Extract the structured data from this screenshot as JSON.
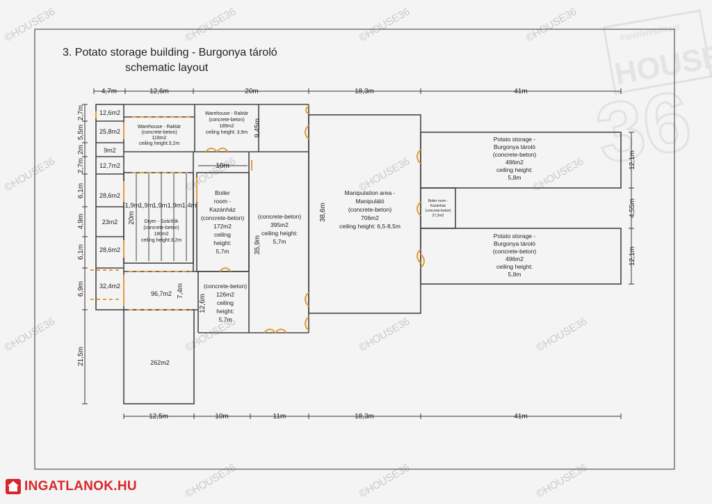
{
  "title": {
    "line1": "3. Potato storage building - Burgonya tároló",
    "line2": "schematic layout"
  },
  "dims_top": [
    "4,7m",
    "12,6m",
    "20m",
    "18,3m",
    "41m"
  ],
  "dims_bottom": [
    "12,5m",
    "10m",
    "11m",
    "18,3m",
    "41m"
  ],
  "dims_left": [
    "2,7m",
    "5,5m",
    "2m",
    "2,7m",
    "6,1m",
    "4,9m",
    "6,1m",
    "6,9m",
    "21,5m"
  ],
  "dims_right": [
    "12,1m",
    "4,55m",
    "12,1m"
  ],
  "rooms": {
    "r12_6": "12,6m2",
    "r25_8": "25,8m2",
    "r9": "9m2",
    "r12_7": "12,7m2",
    "r28_6a": "28,6m2",
    "r23": "23m2",
    "r28_6b": "28,6m2",
    "r32_4": "32,4m2",
    "r96_7": "96,7m2",
    "r262": "262m2",
    "warehouse1": [
      "Warehouse - Raktár",
      "(concrete-beton)",
      "118m2",
      "ceiling height:3,2m"
    ],
    "warehouse2": [
      "Warehouse - Raktár",
      "(concrete-beton)",
      "189m2",
      "ceiling height: 3,9m"
    ],
    "dryer": [
      "Dryer - Szárítók",
      "(concrete-beton)",
      "180m2",
      "ceiling height:3,2m"
    ],
    "boiler": [
      "Boiler",
      "room -",
      "Kazánház",
      "(concrete-beton)",
      "172m2",
      "ceiling",
      "height:",
      "5,7m"
    ],
    "central": [
      "(concrete-beton)",
      "395m2",
      "ceiling height:",
      "5,7m"
    ],
    "south": [
      "(concrete-beton)",
      "126m2",
      "ceiling",
      "height:",
      "5,7m"
    ],
    "manipulation": [
      "Manipulation area -",
      "Manipuláló",
      "(concrete-beton)",
      "706m2",
      "ceiling height: 6,5-8,5m"
    ],
    "storage1": [
      "Potato storage -",
      "Burgonya tároló",
      "(concrete-beton)",
      "496m2",
      "ceiling height:",
      "5,8m"
    ],
    "storage2": [
      "Potato storage -",
      "Burgonya tároló",
      "(concrete-beton)",
      "496m2",
      "ceiling height:",
      "5,8m"
    ],
    "boiler_small": [
      "Boiler room -",
      "Kazánház",
      "(concrete-beton)",
      "27,3m2"
    ]
  },
  "inner_dims": {
    "d10m": "10m",
    "d9_45": "9,45m",
    "d35_9": "35,9m",
    "d38_6": "38,6m",
    "d7_4": "7,4m",
    "d12_6": "12,6m",
    "d20m": "20m",
    "cols": [
      "1,9m",
      "1,9m",
      "1,9m",
      "1,9m",
      "1,4m"
    ]
  },
  "watermark": "©HOUSE36",
  "logo": {
    "line1": "Ingatlanhálózat",
    "line2": "HOUSE",
    "line3": "36"
  },
  "footer": {
    "brand": "INGATLANOK.HU"
  }
}
